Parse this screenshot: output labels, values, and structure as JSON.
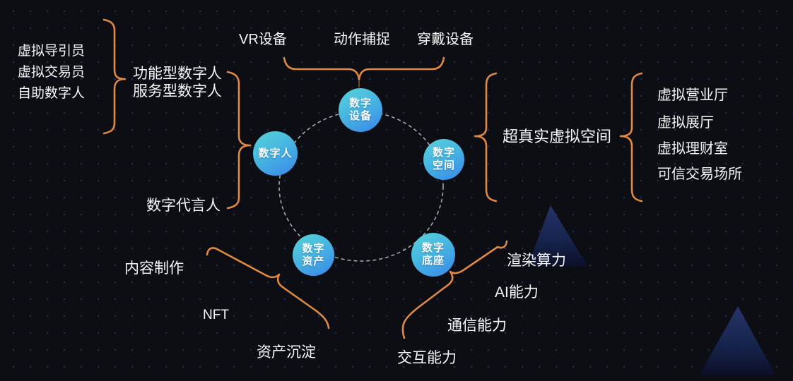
{
  "nodes": {
    "device": {
      "line1": "数字",
      "line2": "设备"
    },
    "human": {
      "label": "数字人"
    },
    "space": {
      "line1": "数字",
      "line2": "空间"
    },
    "asset": {
      "line1": "数字",
      "line2": "资产"
    },
    "base": {
      "line1": "数字",
      "line2": "底座"
    }
  },
  "top_group": {
    "items": [
      "VR设备",
      "动作捕捉",
      "穿戴设备"
    ]
  },
  "left_group": {
    "list": [
      "虚拟导引员",
      "虚拟交易员",
      "自助数字人"
    ],
    "types": [
      "功能型数字人",
      "服务型数字人"
    ],
    "spokesperson": "数字代言人"
  },
  "right_group": {
    "space_label": "超真实虚拟空间",
    "list": [
      "虚拟营业厅",
      "虚拟展厅",
      "虚拟理财室",
      "可信交易场所"
    ]
  },
  "bottom_left_group": {
    "items": [
      "内容制作",
      "NFT",
      "资产沉淀"
    ]
  },
  "bottom_right_group": {
    "items": [
      "渲染算力",
      "AI能力",
      "通信能力",
      "交互能力"
    ]
  },
  "colors": {
    "background": "#0d0e13",
    "dot_grid": "#1f2754",
    "accent_orange": "#e08943",
    "node_gradient_start": "#57d4d9",
    "node_gradient_end": "#3a86e8",
    "dashed_circle": "#aab0b6",
    "mountain_navy": "#24356e",
    "text": "#f5f6f8"
  }
}
